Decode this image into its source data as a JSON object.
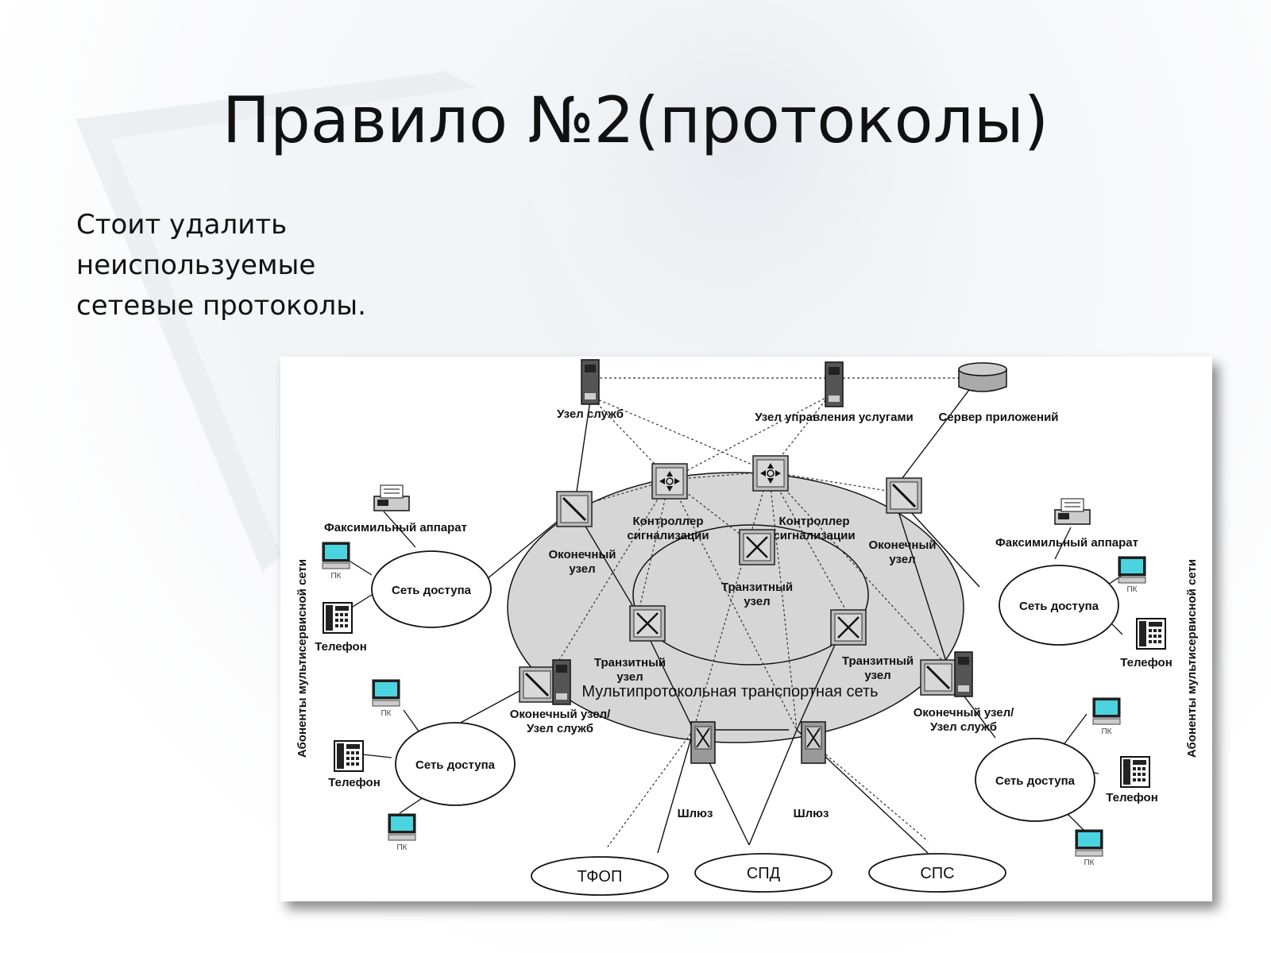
{
  "slide": {
    "title": "Правило №2(протоколы)",
    "body_lines": [
      "Стоит удалить",
      "неиспользуемые",
      "сетевые протоколы."
    ]
  },
  "diagram": {
    "network_label": "Мультипротокольная транспортная сеть",
    "left_side_label": "Абоненты мультисервисной сети",
    "right_side_label": "Абоненты мультисервисной сети",
    "nodes": {
      "service_node_top": "Узел служб",
      "service_mgmt_node": "Узел управления услугами",
      "app_server": "Сервер приложений",
      "signal_ctrl_left": [
        "Контроллер",
        "сигнализации"
      ],
      "signal_ctrl_right": [
        "Контроллер",
        "сигнализации"
      ],
      "transit_center": [
        "Транзитный",
        "узел"
      ],
      "transit_left": [
        "Транзитный",
        "узел"
      ],
      "transit_right": [
        "Транзитный",
        "узел"
      ],
      "edge_left_top": [
        "Оконечный",
        "узел"
      ],
      "edge_right_top": [
        "Оконечный",
        "узел"
      ],
      "edge_left_bottom": [
        "Оконечный узел/",
        "Узел служб"
      ],
      "edge_right_bottom": [
        "Оконечный узел/",
        "Узел служб"
      ],
      "gateway_left": "Шлюз",
      "gateway_right": "Шлюз"
    },
    "access_nets": {
      "left_top": "Сеть доступа",
      "left_bottom": "Сеть доступа",
      "right_top": "Сеть доступа",
      "right_bottom": "Сеть доступа"
    },
    "external_nets": [
      "ТФОП",
      "СПД",
      "СПС"
    ],
    "devices": {
      "fax": "Факсимильный аппарат",
      "pc": "ПК",
      "phone": "Телефон"
    }
  }
}
